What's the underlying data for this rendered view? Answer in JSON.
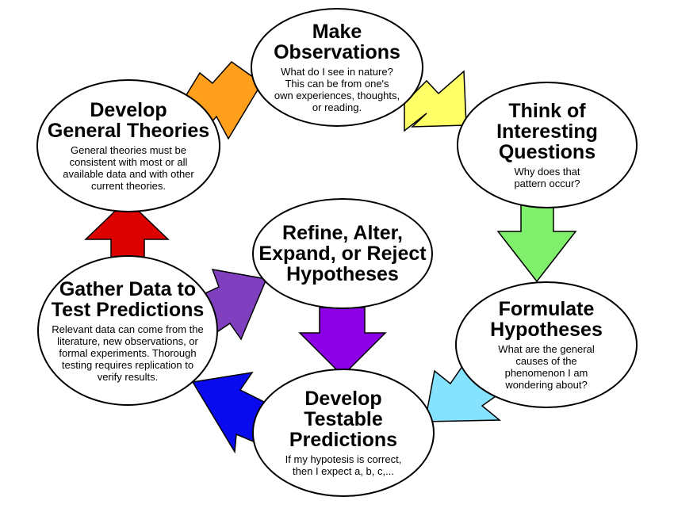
{
  "nodes": {
    "make_observations": {
      "title": "Make\nObservations",
      "description": "What do I see in nature?\nThis can be from one's\nown experiences, thoughts,\nor reading."
    },
    "think_of_questions": {
      "title": "Think of\nInteresting\nQuestions",
      "description": "Why does that\npattern occur?"
    },
    "formulate_hypotheses": {
      "title": "Formulate\nHypotheses",
      "description": "What are the general\ncauses of the\nphenomenon I am\nwondering about?"
    },
    "develop_predictions": {
      "title": "Develop\nTestable\nPredictions",
      "description": "If my hypotesis is correct,\nthen I expect a, b, c,..."
    },
    "gather_data": {
      "title": "Gather Data to\nTest Predictions",
      "description": "Relevant data can come from the\nliterature, new observations, or\nformal experiments.  Thorough\ntesting requires replication to\nverify results."
    },
    "refine_hypotheses": {
      "title": "Refine, Alter,\nExpand, or Reject\nHypotheses",
      "description": ""
    },
    "develop_theories": {
      "title": "Develop\nGeneral Theories",
      "description": "General theories must be\nconsistent with most or all\navailable data and with other\ncurrent theories."
    }
  },
  "arrow_colors": {
    "theories_to_observations": "#ff9f1c",
    "observations_to_questions": "#ffff66",
    "questions_to_hypotheses": "#80ef6c",
    "hypotheses_to_predictions": "#86e3ff",
    "predictions_to_data": "#0a0aee",
    "data_to_theories": "#dd0000",
    "data_to_refine": "#7f3fbf",
    "refine_to_predictions": "#8c00e6"
  }
}
